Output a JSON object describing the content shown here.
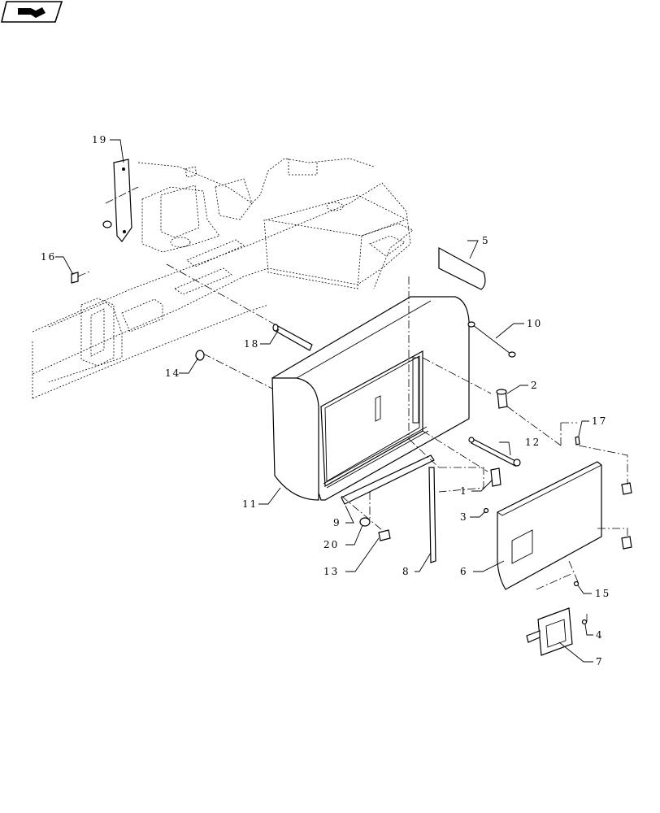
{
  "header": {
    "icon": "page-turn-arrow-icon"
  },
  "callouts": {
    "c1": "1",
    "c2": "2",
    "c3": "3",
    "c4": "4",
    "c5": "5",
    "c6": "6",
    "c7": "7",
    "c8": "8",
    "c9": "9",
    "c10": "10",
    "c11": "11",
    "c12": "12",
    "c13": "13",
    "c14": "14",
    "c15": "15",
    "c16": "16",
    "c17": "17",
    "c18": "18",
    "c19": "19",
    "c20": "20"
  }
}
